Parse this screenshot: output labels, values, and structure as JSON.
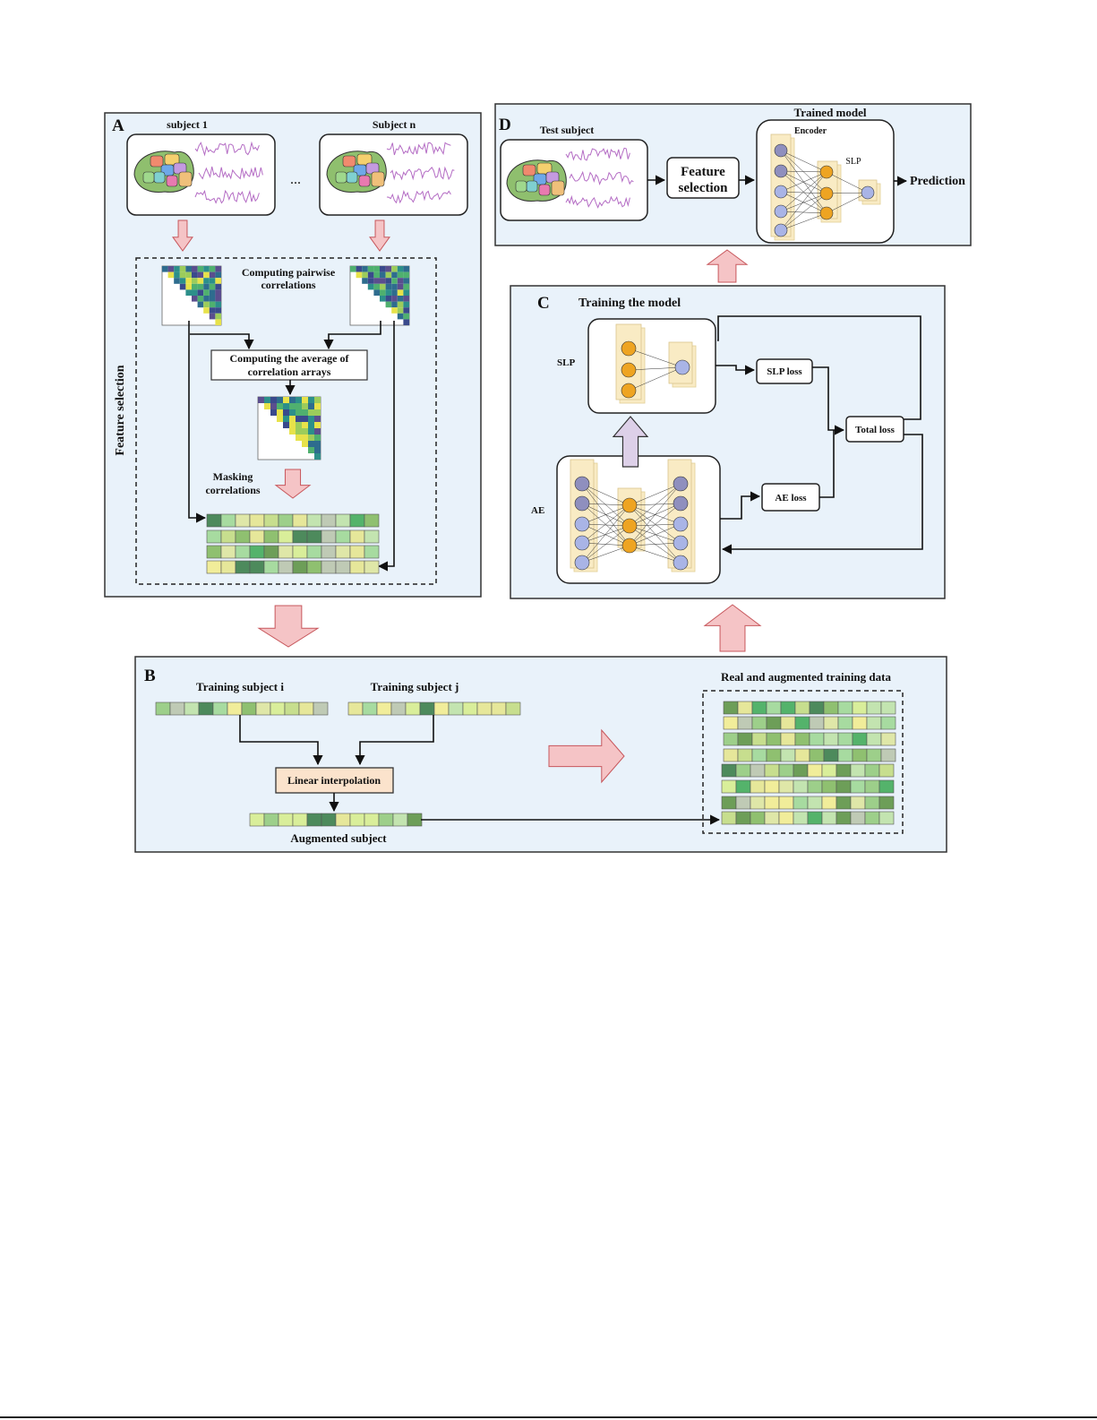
{
  "panels": {
    "A": {
      "letter": "A",
      "subject_1": "subject 1",
      "subject_n": "Subject n",
      "ellipsis": "...",
      "side_label": "Feature selection",
      "pairwise": [
        "Computing pairwise",
        "correlations"
      ],
      "average": [
        "Computing the average of",
        "correlation arrays"
      ],
      "masking": [
        "Masking",
        "correlations"
      ]
    },
    "B": {
      "letter": "B",
      "subject_i": "Training subject i",
      "subject_j": "Training subject j",
      "interp": "Linear interpolation",
      "augmented": "Augmented subject",
      "real_aug": "Real and augmented training data"
    },
    "C": {
      "letter": "C",
      "title": "Training the model",
      "slp": "SLP",
      "ae": "AE",
      "slp_loss": "SLP loss",
      "ae_loss": "AE loss",
      "total_loss": "Total loss"
    },
    "D": {
      "letter": "D",
      "test_subject": "Test subject",
      "feature_sel": [
        "Feature",
        "selection"
      ],
      "trained_model": "Trained model",
      "encoder": "Encoder",
      "slp": "SLP",
      "prediction": "Prediction"
    }
  },
  "colors": {
    "panel_fill": "#e9f2fa",
    "pink_arrow": "#f5c4c6",
    "pink_arrow_stroke": "#c7575c",
    "lavender_arrow": "#ddd0e8",
    "node_blue": "#a9b4e6",
    "node_blue_dark": "#8f8fbe",
    "node_orange": "#eea422",
    "layer_fill": "#f9ebc4",
    "interp_fill": "#fbe3cc",
    "wave": "#b46cc4"
  },
  "palette": [
    "#f1ed9a",
    "#c7de8e",
    "#8fc070",
    "#6d9e58",
    "#a7dba0",
    "#d9ee9a",
    "#bfcab5",
    "#4d8a5c",
    "#54b36b",
    "#e6e79a",
    "#c3e4b0",
    "#9dcf8a",
    "#dfe7a8"
  ],
  "heat_palette": [
    "#3a4a8c",
    "#2e6c8e",
    "#2c8f8a",
    "#4fb06f",
    "#9ccc5b",
    "#e7e24a",
    "#5a4e8e"
  ]
}
